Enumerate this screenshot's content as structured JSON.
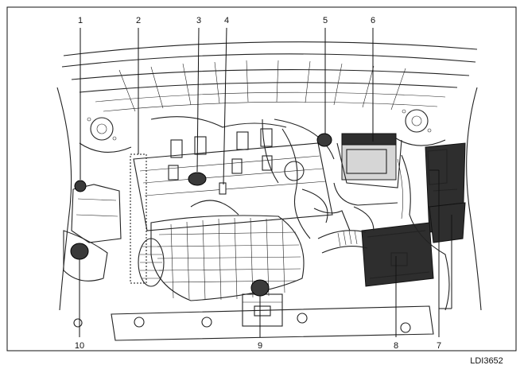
{
  "figure": {
    "code": "LDI3652",
    "callouts": [
      {
        "id": "callout-1",
        "label": "1"
      },
      {
        "id": "callout-2",
        "label": "2"
      },
      {
        "id": "callout-3",
        "label": "3"
      },
      {
        "id": "callout-4",
        "label": "4"
      },
      {
        "id": "callout-5",
        "label": "5"
      },
      {
        "id": "callout-6",
        "label": "6"
      },
      {
        "id": "callout-7",
        "label": "7"
      },
      {
        "id": "callout-8",
        "label": "8"
      },
      {
        "id": "callout-9",
        "label": "9"
      },
      {
        "id": "callout-10",
        "label": "10"
      }
    ]
  }
}
